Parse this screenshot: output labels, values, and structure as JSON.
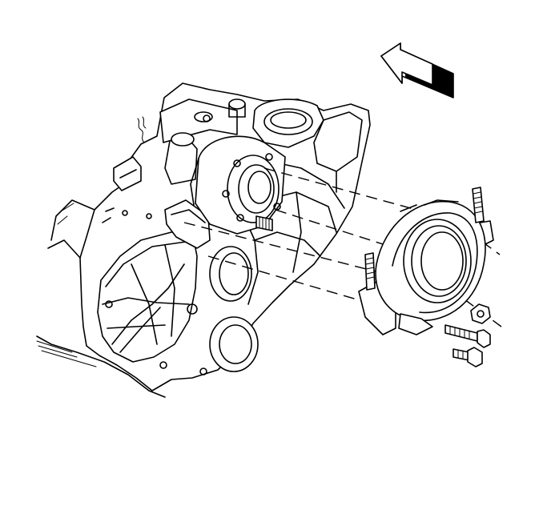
{
  "figure": {
    "kind": "exploded-assembly-line-drawing",
    "subject_icons": {
      "engine_block": "engine-block-outline",
      "rear_main_seal_housing": "seal-housing-ring",
      "alignment_arrow": "direction-arrow-icon",
      "fasteners": "bolt-icon"
    },
    "bolt_count": 3,
    "stud_count": 2,
    "stroke_color": "#000000",
    "background_color": "#ffffff"
  }
}
